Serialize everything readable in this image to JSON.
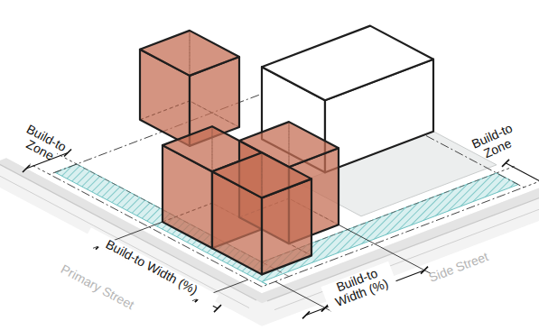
{
  "diagram": {
    "labels": [
      "Build-to Zone",
      "Build-to Zone",
      "Build-to Width (%)",
      "Build-to Width (%)",
      "Primary Street",
      "Side Street"
    ]
  }
}
